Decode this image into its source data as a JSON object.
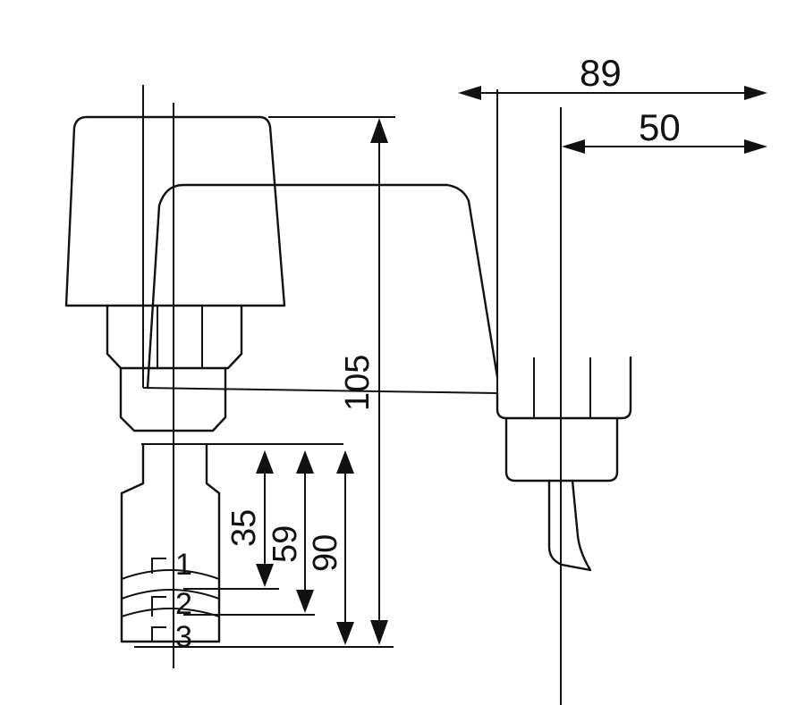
{
  "dimensions": {
    "width_89": "89",
    "width_50": "50",
    "height_105": "105",
    "paddle_35": "35",
    "paddle_59": "59",
    "paddle_90": "90"
  },
  "paddle_labels": [
    "1",
    "2",
    "3"
  ]
}
